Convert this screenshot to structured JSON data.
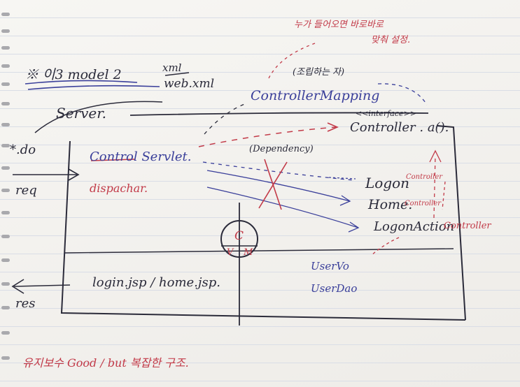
{
  "notes": {
    "title": "※ 이3 model 2",
    "web_xml": "web.xml",
    "web_xml_struck": "xml",
    "server": "Server.",
    "do": "*.do",
    "req": "req",
    "res": "res",
    "controller_mapping": "ControllerMapping",
    "factory": "(조립하는 자)",
    "red_top": "누가 들어오면 바로바로",
    "red_top2": "맞춰 설정.",
    "interface": "<<interface>>",
    "controller_if": "Controller . a().",
    "servlet": "Control Servlet.",
    "servlet_struck": "Control",
    "dispatcher": "dispachar.",
    "dependency": "(Dependency)",
    "logon": "Logon",
    "logon_ctrl": "Controller",
    "home": "Home.",
    "home_ctrl": "Controller",
    "logonaction": "LogonAction",
    "logonaction_ctrl": "Controller",
    "c": "C",
    "v": "V",
    "m": "M",
    "views": "login.jsp / home.jsp.",
    "uservo": "UserVo",
    "userdao": "UserDao",
    "bottom": "유지보수 Good / but 복잡한 구조."
  }
}
